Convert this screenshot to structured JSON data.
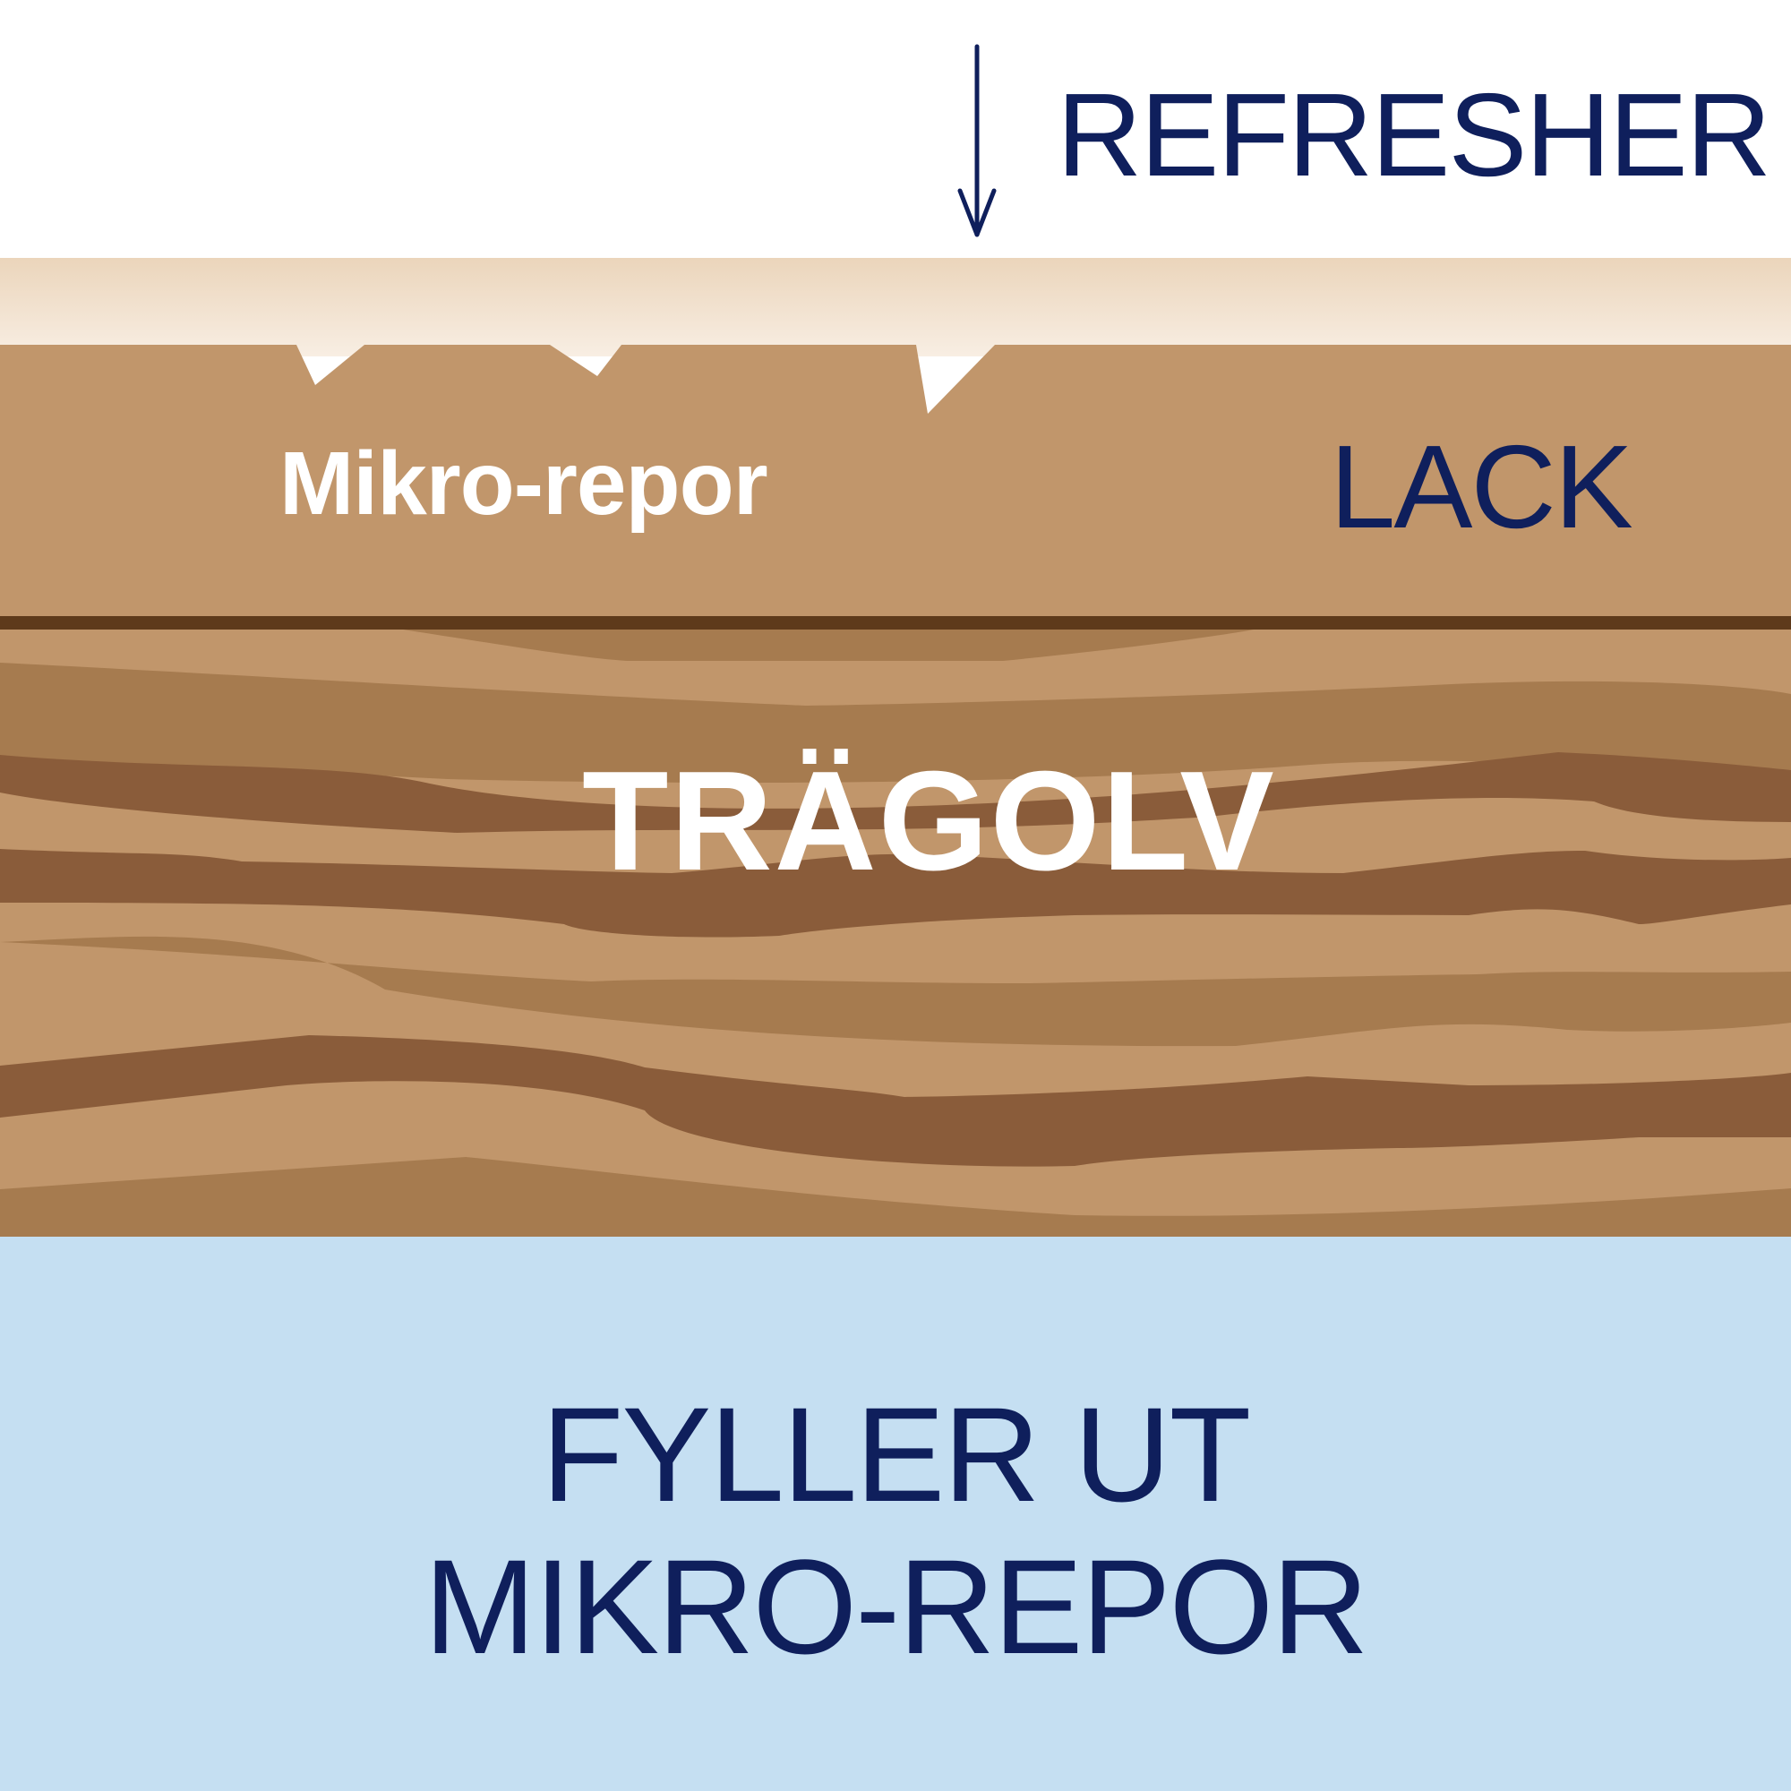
{
  "labels": {
    "product": "REFRESHER",
    "scratches": "Mikro-repor",
    "lacquer": "LACK",
    "floor": "TRÄGOLV"
  },
  "caption": {
    "line1": "FYLLER UT",
    "line2": "MIKRO-REPOR"
  },
  "colors": {
    "text_navy": "#0f1f5c",
    "refresher_band_top": "#ebd5bb",
    "refresher_band_bottom": "#f8eee3",
    "lacquer": "#c1966b",
    "wood_light": "#c1966b",
    "wood_medium": "#a67b4f",
    "wood_dark": "#8a5c3a",
    "separator": "#5e3a1b",
    "caption_bg": "#c5dff2",
    "arrow": "#0f1f5c"
  },
  "icons": {
    "pointer": "arrow-down-icon"
  }
}
